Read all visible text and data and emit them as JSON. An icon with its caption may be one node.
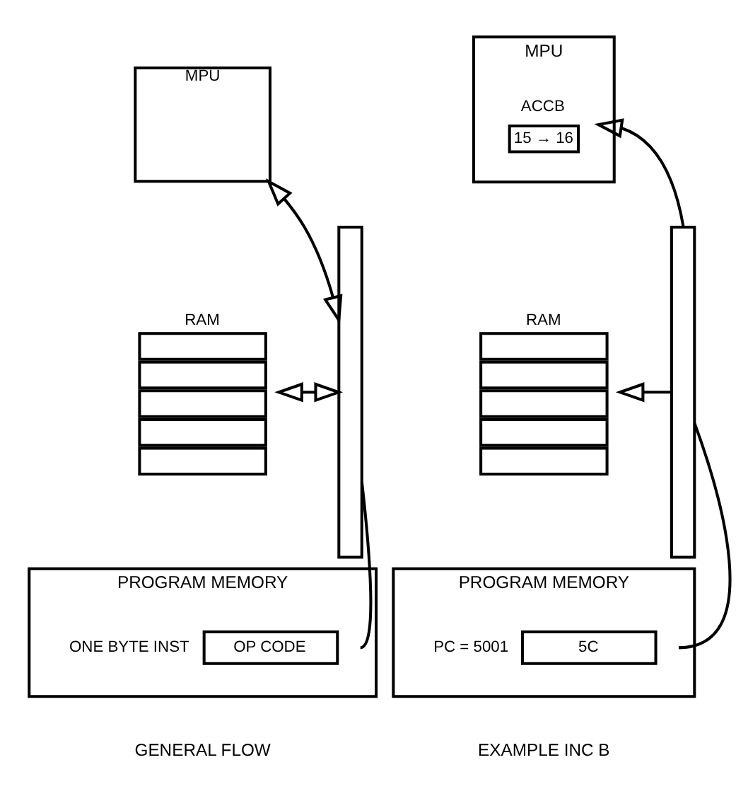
{
  "diagram": {
    "nodes": [
      {
        "text": [
          "MPU"
        ]
      },
      {
        "text": [
          "RAM"
        ]
      },
      {
        "text": [
          "PROGRAM MEMORY"
        ]
      },
      {
        "text": [
          "OP CODE"
        ],
        "in": 2,
        "beside": [
          "ONE BYTE INST"
        ]
      },
      {
        "text": [],
        "shape": "bar"
      },
      {
        "text": [
          "MPU"
        ]
      },
      {
        "text": [
          "ACCB",
          "15 → 16"
        ],
        "in": 5
      },
      {
        "text": [
          "RAM"
        ]
      },
      {
        "text": [
          "PROGRAM MEMORY"
        ]
      },
      {
        "text": [
          "5C"
        ],
        "in": 8,
        "beside": [
          "PC = 5001"
        ]
      },
      {
        "text": [],
        "shape": "bar"
      }
    ],
    "edges": [
      {
        "from": 0,
        "to": 4,
        "arrow": "both"
      },
      {
        "from": 1,
        "to": 4,
        "arrow": "both"
      },
      {
        "from": 3,
        "to": 4,
        "arrow": "none"
      },
      {
        "from": 10,
        "to": 6,
        "arrow": "to"
      },
      {
        "from": 10,
        "to": 7,
        "arrow": "to"
      },
      {
        "from": 9,
        "to": 10,
        "arrow": "none"
      }
    ],
    "labels": [
      "GENERAL FLOW",
      "EXAMPLE INC B"
    ]
  }
}
